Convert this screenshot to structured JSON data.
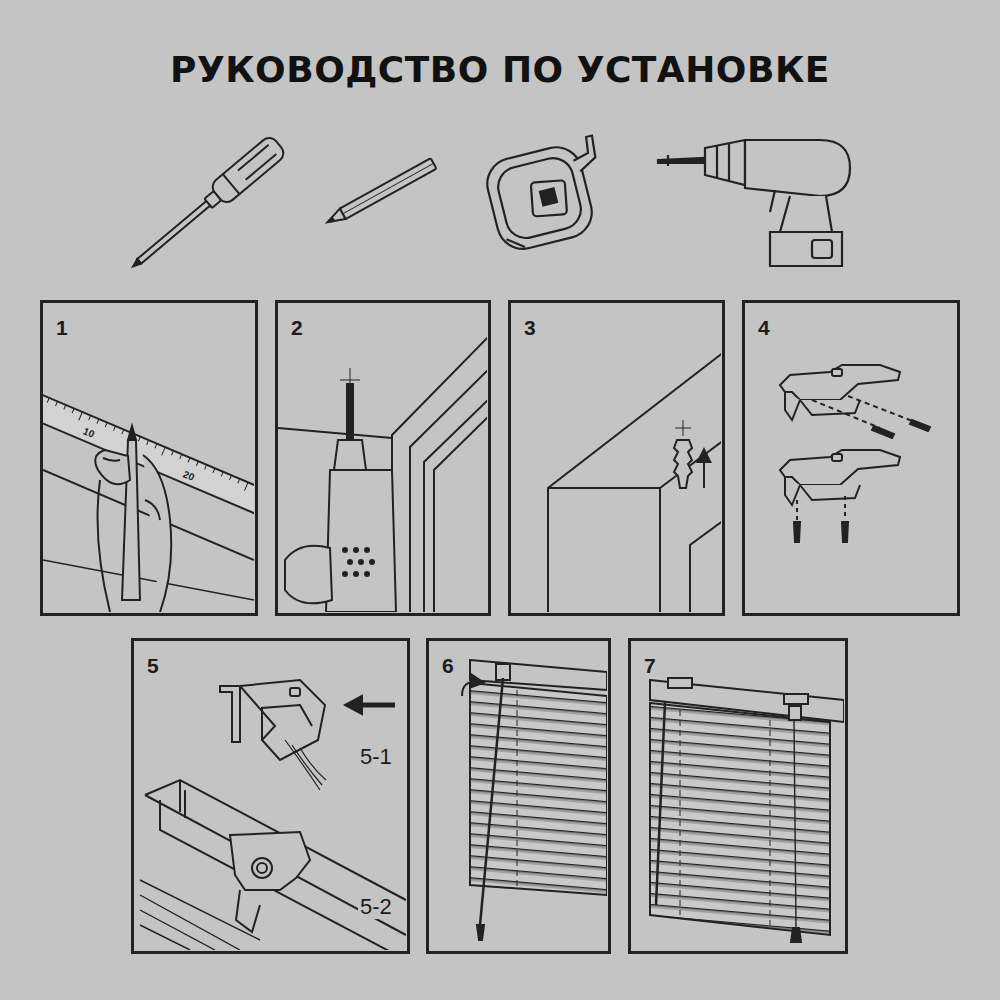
{
  "diagram": {
    "title": "РУКОВОДСТВО ПО УСТАНОВКЕ",
    "nodes": [
      {
        "text": [
          "1"
        ]
      },
      {
        "text": [
          "2"
        ]
      },
      {
        "text": [
          "3"
        ]
      },
      {
        "text": [
          "4"
        ]
      },
      {
        "text": [
          "5"
        ]
      },
      {
        "text": [
          "6"
        ]
      },
      {
        "text": [
          "7"
        ]
      }
    ],
    "labels": [
      "10",
      "20",
      "5-1",
      "5-2"
    ]
  }
}
